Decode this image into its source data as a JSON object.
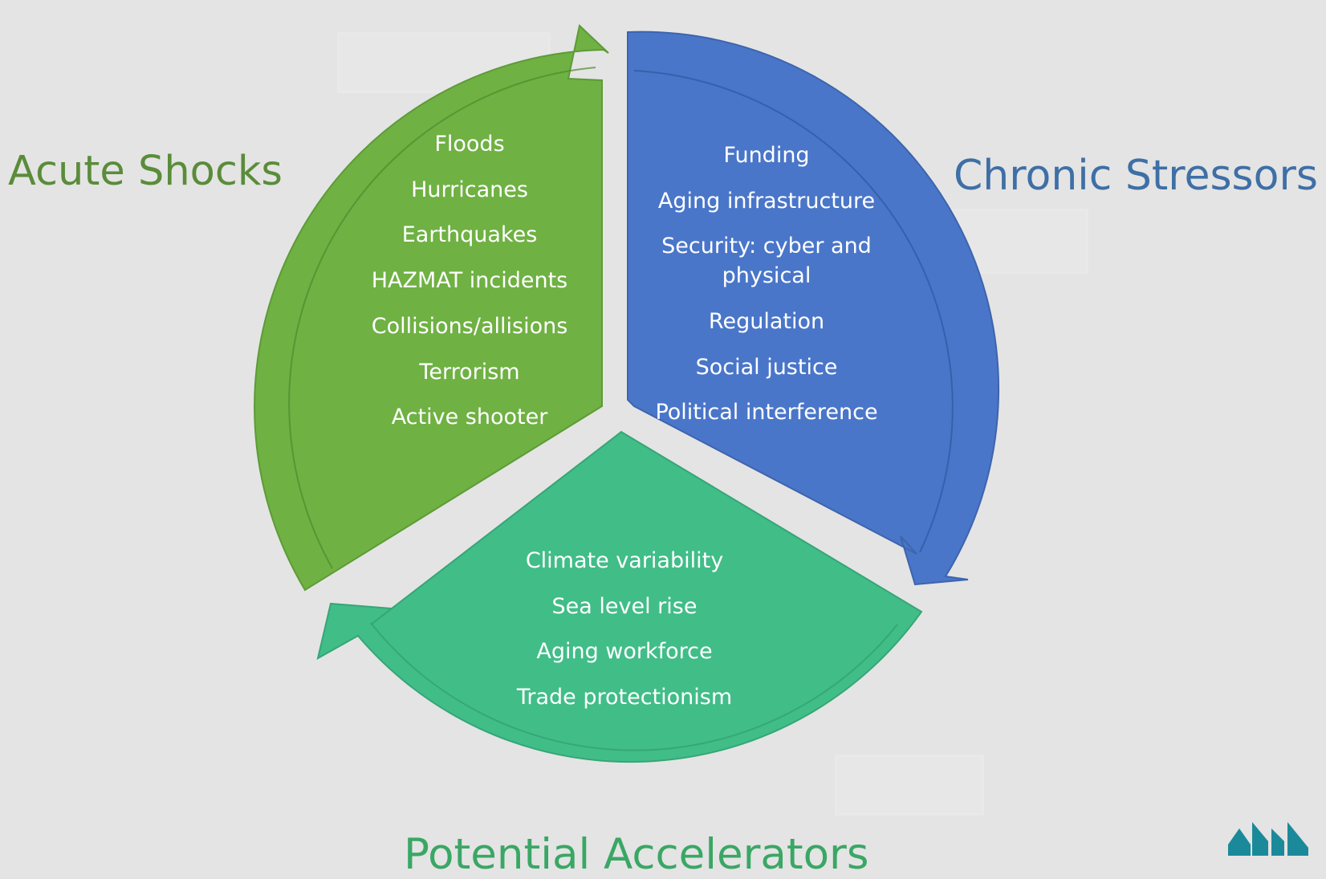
{
  "diagram": {
    "segments": [
      {
        "key": "acute",
        "title": "Acute Shocks",
        "color": "#6fb143",
        "title_color": "#5a8c3a",
        "items": [
          "Floods",
          "Hurricanes",
          "Earthquakes",
          "HAZMAT incidents",
          "Collisions/allisions",
          "Terrorism",
          "Active shooter"
        ]
      },
      {
        "key": "chronic",
        "title": "Chronic Stressors",
        "color": "#4a76c9",
        "title_color": "#3e6fa6",
        "items": [
          "Funding",
          "Aging infrastructure",
          "Security: cyber and physical",
          "Regulation",
          "Social justice",
          "Political interference"
        ]
      },
      {
        "key": "accelerators",
        "title": "Potential Accelerators",
        "color": "#41bd88",
        "title_color": "#3aa765",
        "items": [
          "Climate variability",
          "Sea level rise",
          "Aging workforce",
          "Trade protectionism"
        ]
      }
    ]
  },
  "logo": {
    "icon": "mott-macdonald-logo",
    "color": "#1a8a9b"
  },
  "colors": {
    "background": "#e4e4e4",
    "text_light": "#ffffff"
  }
}
